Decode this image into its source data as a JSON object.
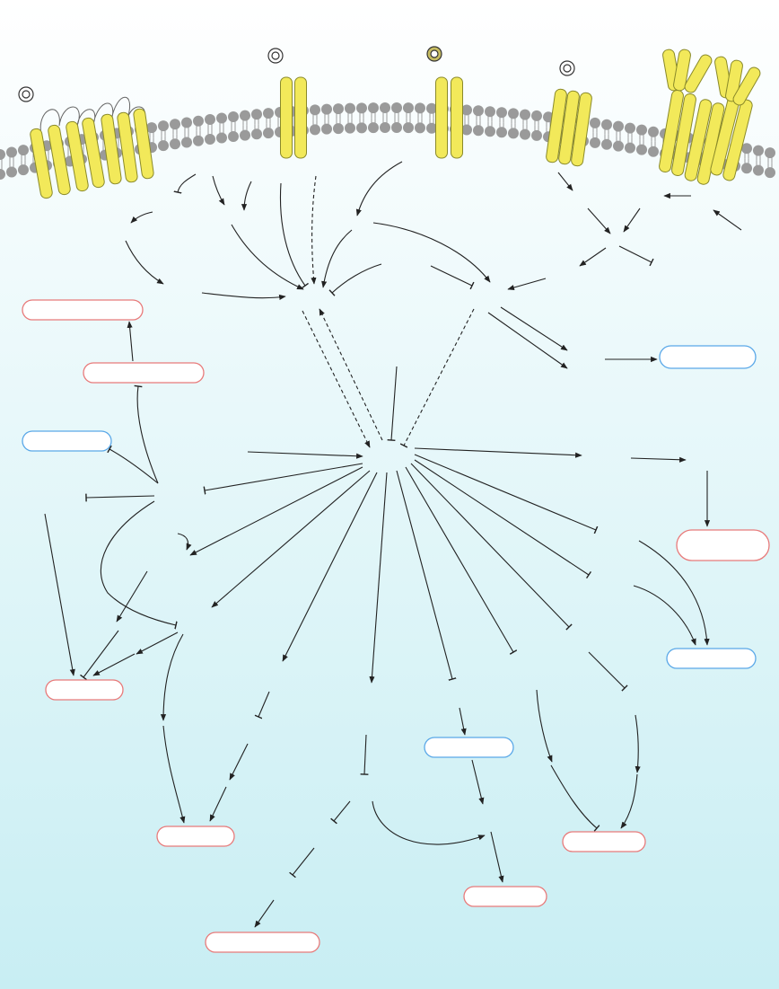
{
  "diagram": {
    "background": {
      "top": "#ffffff",
      "bottom": "#c8eef3"
    },
    "membrane": {
      "head_color": "#9a9a9a",
      "tail_color": "#9a9a9a"
    },
    "receptor_color": "#f2e95a",
    "receptor_stroke": "#8a8a2a",
    "ligand_icons": [
      "ring-icon",
      "ring-icon",
      "ring-icon-filled",
      "ring-icon"
    ],
    "outcome_styles": {
      "negative": "#e87a7a",
      "positive": "#5aa8e8"
    },
    "outcome_boxes": [
      {
        "label": "",
        "style": "negative"
      },
      {
        "label": "",
        "style": "negative"
      },
      {
        "label": "",
        "style": "positive"
      },
      {
        "label": "",
        "style": "positive"
      },
      {
        "label": "",
        "style": "negative"
      },
      {
        "label": "",
        "style": "negative"
      },
      {
        "label": "",
        "style": "positive"
      },
      {
        "label": "",
        "style": "positive"
      },
      {
        "label": "",
        "style": "negative"
      },
      {
        "label": "",
        "style": "negative"
      },
      {
        "label": "",
        "style": "negative"
      },
      {
        "label": "",
        "style": "negative"
      }
    ]
  }
}
